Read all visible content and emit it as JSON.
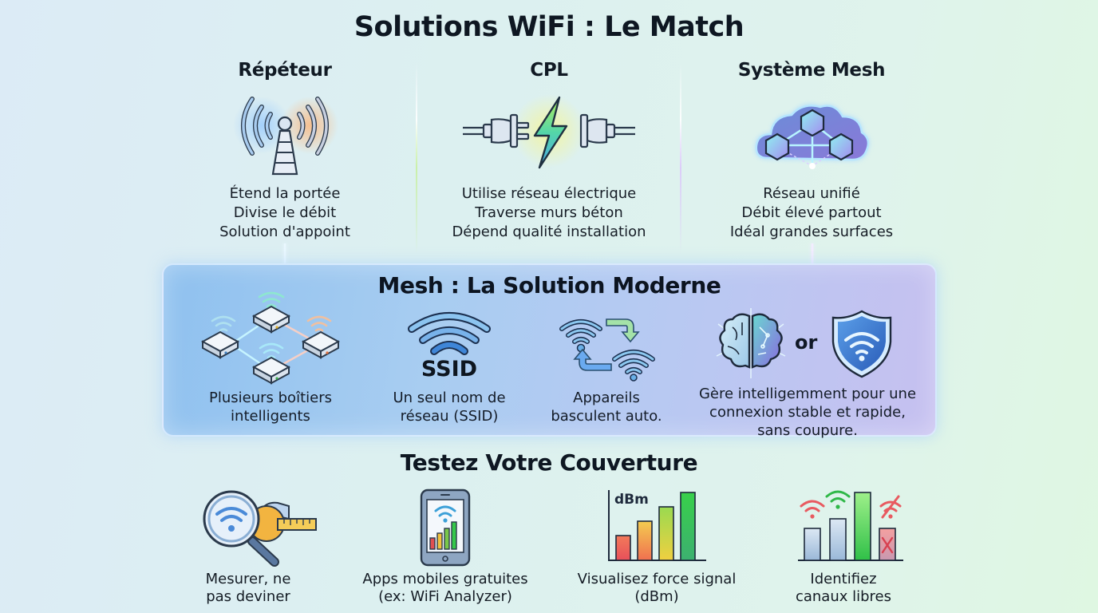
{
  "header": {
    "title": "Solutions WiFi : Le Match"
  },
  "comparison": [
    {
      "id": "repeteur",
      "title": "Répéteur",
      "icon": "antenna-icon",
      "lines": [
        "Étend la portée",
        "Divise le débit",
        "Solution d'appoint"
      ]
    },
    {
      "id": "cpl",
      "title": "CPL",
      "icon": "power-plug-icon",
      "lines": [
        "Utilise réseau électrique",
        "Traverse murs béton",
        "Dépend qualité installation"
      ]
    },
    {
      "id": "mesh",
      "title": "Système Mesh",
      "icon": "mesh-cloud-icon",
      "lines": [
        "Réseau unifié",
        "Débit élevé partout",
        "Idéal grandes surfaces"
      ]
    }
  ],
  "mesh_panel": {
    "title": "Mesh : La Solution Moderne",
    "features": [
      {
        "icon": "mesh-nodes-icon",
        "lines": [
          "Plusieurs boîtiers",
          "intelligents"
        ]
      },
      {
        "icon": "ssid-wifi-icon",
        "badge": "SSID",
        "lines": [
          "Un seul nom de",
          "réseau (SSID)"
        ]
      },
      {
        "icon": "wifi-switch-icon",
        "lines": [
          "Appareils",
          "basculent auto."
        ]
      },
      {
        "icon": "brain-shield-icon",
        "connector": "or",
        "lines": [
          "Gère intelligemment pour une",
          "connexion stable et rapide,",
          "sans coupure."
        ]
      }
    ]
  },
  "test_section": {
    "title": "Testez Votre Couverture",
    "items": [
      {
        "icon": "magnifier-wifi-icon",
        "lines": [
          "Mesurer, ne",
          "pas deviner"
        ]
      },
      {
        "icon": "smartphone-signal-icon",
        "lines": [
          "Apps mobiles gratuites",
          "(ex: WiFi Analyzer)"
        ]
      },
      {
        "icon": "dbm-bar-chart-icon",
        "chart_label": "dBm",
        "lines": [
          "Visualisez force signal",
          "(dBm)"
        ]
      },
      {
        "icon": "channel-bars-icon",
        "lines": [
          "Identifiez",
          "canaux libres"
        ]
      }
    ]
  },
  "colors": {
    "text": "#111a24",
    "panel_blue": "#8fc1ef",
    "panel_violet": "#c6c0f0",
    "signal_red": "#e8505a",
    "signal_yellow": "#f2c23c",
    "signal_green": "#35c84a",
    "wifi_blue": "#3f86d8"
  }
}
